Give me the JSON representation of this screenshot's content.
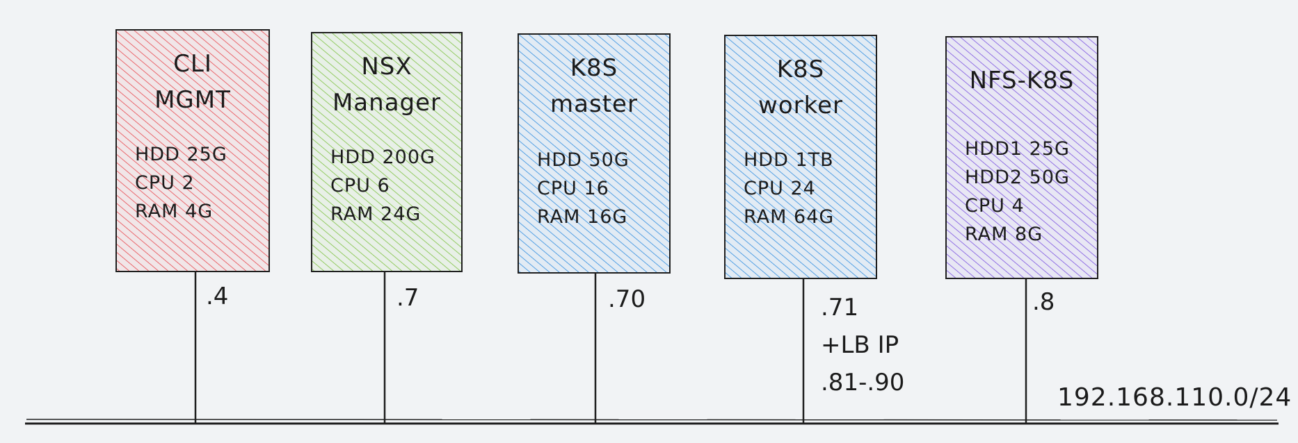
{
  "hosts": [
    {
      "title_lines": [
        "CLI",
        "MGMT"
      ],
      "specs": [
        "HDD 25G",
        "CPU 2",
        "RAM 4G"
      ],
      "ip_lines": [
        ".4"
      ],
      "color": "#e8474e"
    },
    {
      "title_lines": [
        "NSX",
        "Manager"
      ],
      "specs": [
        "HDD 200G",
        "CPU 6",
        "RAM 24G"
      ],
      "ip_lines": [
        ".7"
      ],
      "color": "#7ec242"
    },
    {
      "title_lines": [
        "K8S",
        "master"
      ],
      "specs": [
        "HDD 50G",
        "CPU 16",
        "RAM 16G"
      ],
      "ip_lines": [
        ".70"
      ],
      "color": "#2f8de0"
    },
    {
      "title_lines": [
        "K8S",
        "worker"
      ],
      "specs": [
        "HDD 1TB",
        "CPU 24",
        "RAM 64G"
      ],
      "ip_lines": [
        ".71",
        "+LB IP",
        ".81-.90"
      ],
      "color": "#2f8de0"
    },
    {
      "title_lines": [
        "NFS-K8S"
      ],
      "specs": [
        "HDD1 25G",
        "HDD2 50G",
        "CPU 4",
        "RAM 8G"
      ],
      "ip_lines": [
        ".8"
      ],
      "color": "#7b52e0"
    }
  ],
  "network": {
    "subnet": "192.168.110.0/24"
  }
}
